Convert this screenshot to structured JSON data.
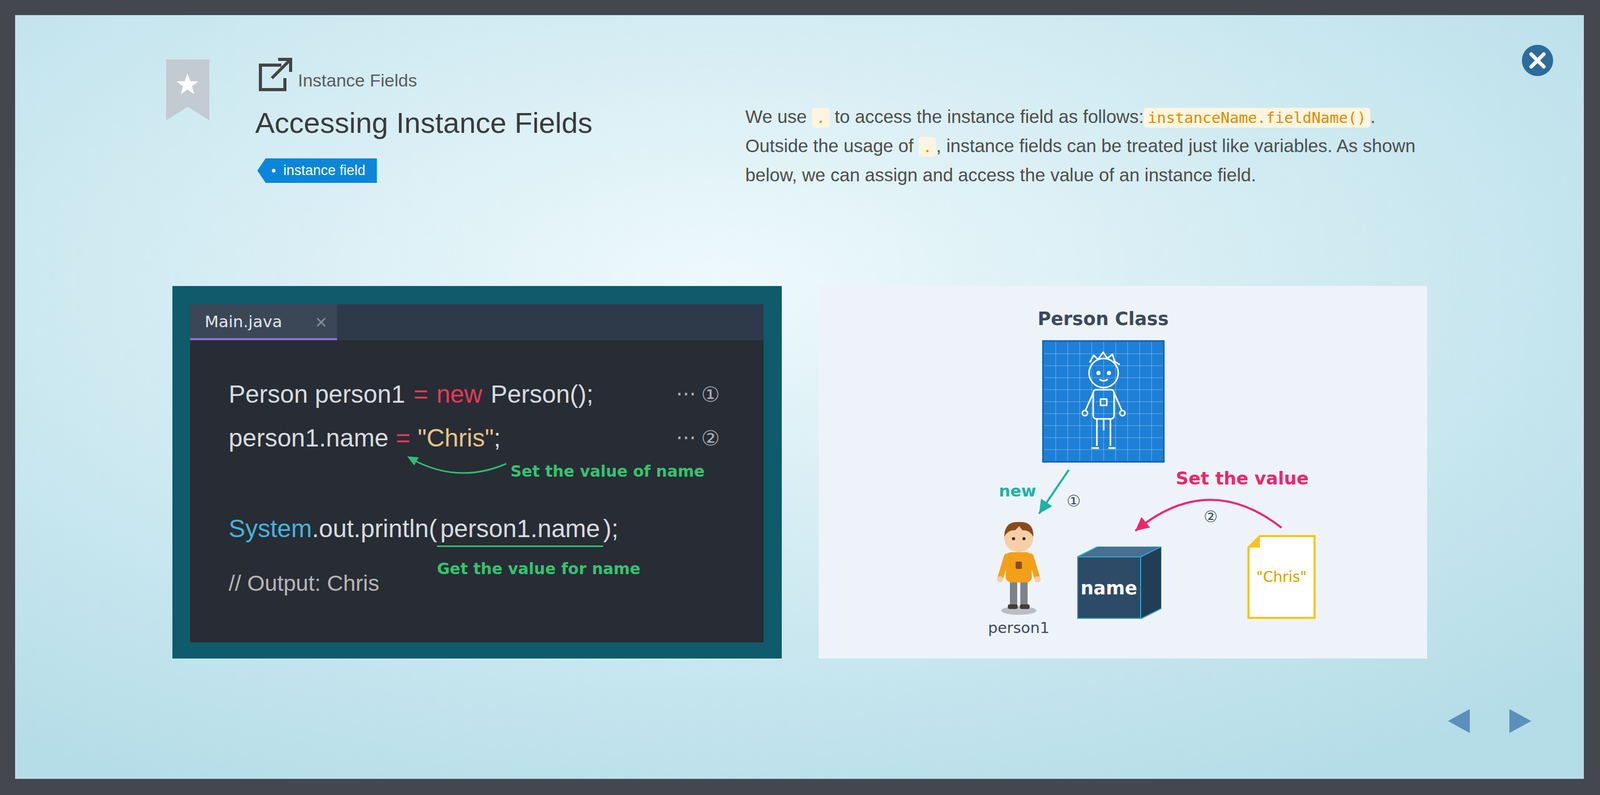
{
  "diagram": {
    "title": "Accessing Instance Fields",
    "nodes": [
      {
        "text": [
          "Person Class"
        ]
      },
      {
        "text": [
          "person1"
        ]
      },
      {
        "text": [
          "name"
        ]
      },
      {
        "text": [
          "\"Chris\""
        ]
      }
    ],
    "edges": [
      {
        "from": 0,
        "to": 1,
        "arrow": "to",
        "label": "new"
      },
      {
        "from": 3,
        "to": 2,
        "arrow": "to",
        "label": "Set the value"
      }
    ],
    "labels": [
      "Instance Fields",
      "instance field",
      "We use",
      ".",
      "to access the instance field as follows:",
      "instanceName.fieldName()",
      ". Outside the usage of",
      ".",
      ", instance fields can be treated just like variables. As shown below, we can assign and access the value of an instance field.",
      "Main.java",
      "×",
      "Person person1",
      "=",
      "new",
      "Person();",
      "···",
      "①",
      "person1.name",
      "=",
      "\"Chris\"",
      ";",
      "···",
      "②",
      "Set the value of name",
      "System",
      ".out.println(",
      "person1.name",
      ");",
      "Get the value for name",
      "// Output: Chris",
      "①",
      "②"
    ]
  }
}
